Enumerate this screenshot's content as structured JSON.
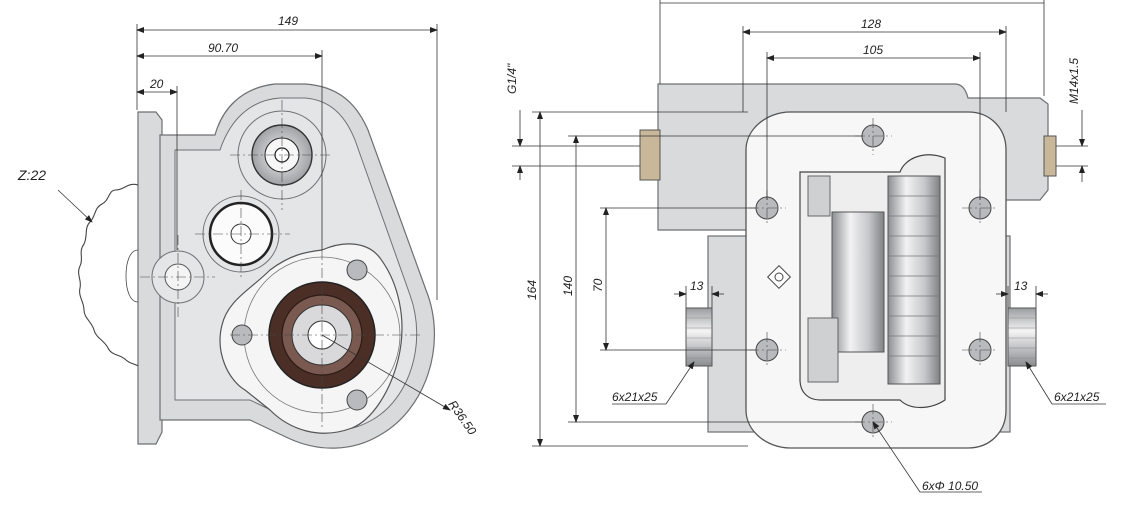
{
  "left_view": {
    "gear_label": "Z:22",
    "dim_overall_width": "149",
    "dim_center_offset": "90.70",
    "dim_flange": "20",
    "dim_radius": "R36.50"
  },
  "right_view": {
    "dim_bolt_spacing_outer": "128",
    "dim_bolt_spacing_inner": "105",
    "dim_port_thread": "G1/4\"",
    "dim_plug_thread": "M14x1.5",
    "dim_height_total": "164",
    "dim_height_bolts": "140",
    "dim_height_inner": "70",
    "dim_shaft_length_left": "13",
    "dim_shaft_length_right": "13",
    "spline_left": "6x21x25",
    "spline_right": "6x21x25",
    "bolt_holes": "6xΦ 10.50"
  },
  "colors": {
    "housing": "#d9dadc",
    "seal": "#5a3a30",
    "line": "#333333"
  }
}
